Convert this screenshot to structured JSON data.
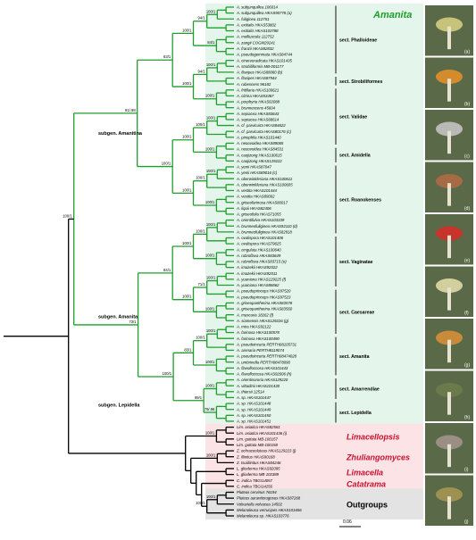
{
  "colors": {
    "amanita_branch": "#1f9e2b",
    "amanita_band": "#e4f6ec",
    "limacellopsis_band": "#fbe3e6",
    "zhuliang_band": "#fbe3e6",
    "limacella_band": "#fbe3e6",
    "catatrama_band": "#fbe3e6",
    "outgroup_band": "#e3e3e3",
    "line": "#000000"
  },
  "scale_bar": {
    "label": "0.06"
  },
  "groups": [
    {
      "key": "amanita",
      "label": "Amanita",
      "from": 0,
      "to": 70,
      "band": "amanita_band",
      "color": "#1f9e2b"
    },
    {
      "key": "limacellopsis",
      "label": "Limacellopsis",
      "from": 71,
      "to": 74,
      "band": "limacellopsis_band",
      "color": "#c8102e"
    },
    {
      "key": "zhuliang",
      "label": "Zhuliangomyces",
      "from": 75,
      "to": 77,
      "band": "zhuliang_band",
      "color": "#c8102e"
    },
    {
      "key": "limacella",
      "label": "Limacella",
      "from": 78,
      "to": 79,
      "band": "limacella_band",
      "color": "#c8102e"
    },
    {
      "key": "catatrama",
      "label": "Catatrama",
      "from": 80,
      "to": 81,
      "band": "catatrama_band",
      "color": "#c8102e"
    },
    {
      "key": "outgroups",
      "label": "Outgroups",
      "from": 82,
      "to": 86,
      "band": "outgroup_band",
      "color": "#000000"
    }
  ],
  "sections": [
    {
      "label": "sect. Phalloideae",
      "from": 0,
      "to": 11
    },
    {
      "label": "sect. Strobiliformes",
      "from": 12,
      "to": 13
    },
    {
      "label": "sect. Validae",
      "from": 14,
      "to": 23
    },
    {
      "label": "sect. Amidella",
      "from": 24,
      "to": 26
    },
    {
      "label": "sect. Roanokenses",
      "from": 27,
      "to": 38
    },
    {
      "label": "sect. Vaginatae",
      "from": 39,
      "to": 47
    },
    {
      "label": "sect. Caesareae",
      "from": 48,
      "to": 55
    },
    {
      "label": "sect. Amanita",
      "from": 56,
      "to": 62
    },
    {
      "label": "sect. Amarrendiae",
      "from": 63,
      "to": 66
    },
    {
      "label": "sect. Lepidella",
      "from": 67,
      "to": 70
    }
  ],
  "subgenera": [
    {
      "label": "subgen. Amanitina",
      "at": 22
    },
    {
      "label": "subgen. Amanita",
      "at": 53
    },
    {
      "label": "subgen. Lepidella",
      "at": 68
    }
  ],
  "taxa": [
    "A. subjunquillea 106014",
    "A. subjunquillea HKAS90778 (a)",
    "A. fuliginea 112751",
    "A. exitialis HKAS53802",
    "A. exitialis HKAS103788",
    "A. molliuscula 112752",
    "A. zangii COGM29241",
    "A. franzii HKAS82832",
    "A. pseudogemmata HKAS84744",
    "A. cinereoradicata HKAS101435",
    "A. strobiliformis MB-001177",
    "A. flavipes HKAS88080 (b)",
    "A. flavipes HKAS87944",
    "A. rubescens 96182",
    "A. fritillaria HKAS100621",
    "A. citrina HKAS53467",
    "A. porphyria HKAS92088",
    "A. brunnescens 45604",
    "A. sepiacea HKAS83643",
    "A. sepiacea HKAS68614",
    "A. cf. parvicurta HKAS84622",
    "A. cf. parvicurta HKAS80176 (c)",
    "A. pinophila HKAS101440",
    "A. neoovoidea HKAS89065",
    "A. neoovoidea HKAS84531",
    "A. caojizong HKAS100615",
    "A. caojizong HKAS129222",
    "A. yenii HKAS87047",
    "A. yenii HKAS89016 (c)",
    "A. oberwinkleriana HKAS100611",
    "A. oberwinkleriana HKAS100605",
    "A. vestita HKAS101444",
    "A. vestita HKAS89002",
    "A. griseofarinosa HKAS80017",
    "A. liquii HKAS82406",
    "A. griseofolia HKAS71055",
    "A. orientifulva HKAS103339",
    "A. brunneofuliginea HKAS92110 (d)",
    "A. brunneofuliginea HKAS82918",
    "A. ovalispora HKAS101406",
    "A. ovalispora HKAS79625",
    "A. cingulata HKAS100640",
    "A. rubroflava HKAS83649",
    "A. rubroflava HKAS83715 (e)",
    "A. imazekii HKAS92022",
    "A. imazekii HKAS92011",
    "A. yuaniana HKAS129225 (f)",
    "A. yuaniana HKAS86662",
    "A. pseudoprinceps HKAS97520",
    "A. pseudoprinceps HKAS97523",
    "A. griseopantherina HKAS83578",
    "A. griseopantherina HKAS83560",
    "A. muscaria 18262 (f)",
    "A. siamensis HKAS129226 (g)",
    "A. mira HKAS92122",
    "A. farinosa HKAS100578",
    "A. farinosa HKAS100490",
    "A. pseudoincurta PERTH08105731",
    "A. arenaria PERTH8119074",
    "A. pseudoincurta PERTH08474028",
    "A. umbrinella PERTH08478090",
    "A. flavofloccosa HKAS101443",
    "A. flavofloccosa HKAS92006 (h)",
    "A. orientisororia HKAS129220",
    "A. vittadinii HKAS101430",
    "A. thiersii 12514",
    "A. sp. HKAS101447",
    "A. sp. HKAS101448",
    "A. sp. HKAS101449",
    "A. sp. HKAS101450",
    "A. sp. HKAS101451",
    "Lim. asiatica HKAS82561",
    "Lim. asiatica HKAS101436 (i)",
    "Lim. guttata MB-100157",
    "Lim. guttata MB-100158",
    "Z. ochraceoluteus HKAS129223 (j)",
    "Z. illinitus HKAS90168",
    "Z. tsuiiliinitus HKAS84246",
    "L. glioderma HKAS92095",
    "L. glioderma MB-102389",
    "C. indica TBGI14057",
    "C. indica TBGI14256",
    "Pluteus cervinus 76194",
    "Pluteus aurantiorugosus HKAS87268",
    "Volvariella volvacea 14502",
    "Melanoleuca verrucipes HKAS101656",
    "Melanoleuca sp. HKAS103776"
  ],
  "support_labels": [
    "100/1",
    "94/1",
    "84/1",
    "100/1",
    "100/1",
    "94/1",
    "100/1",
    "100/1",
    "63/1",
    "100/1",
    "100/1",
    "100/1",
    "100/1",
    "100/1",
    "100/1",
    "100/1",
    "100/1",
    "100/1",
    "91/.98",
    "100/1",
    "100/1",
    "100/1",
    "100/1",
    "100/1",
    "71/1",
    "100/1",
    "100/1",
    "84/1",
    "100/1",
    "100/1",
    "100/1",
    "83/1",
    "100/1",
    "79/.96",
    "99/1",
    "100/1",
    "73/1",
    "100/1",
    "100/1",
    "100/1",
    "100/1",
    "100/1",
    "100/1",
    "100/1",
    "100/1",
    "100/1",
    "100/1",
    "100/1",
    "100/1",
    "95/1",
    "100/1",
    "100/1",
    "100/1",
    "86/1",
    "100/1",
    "100/1"
  ],
  "photos": [
    "(a)",
    "(b)",
    "(c)",
    "(d)",
    "(e)",
    "(f)",
    "(g)",
    "(h)",
    "(i)",
    "(j)"
  ]
}
